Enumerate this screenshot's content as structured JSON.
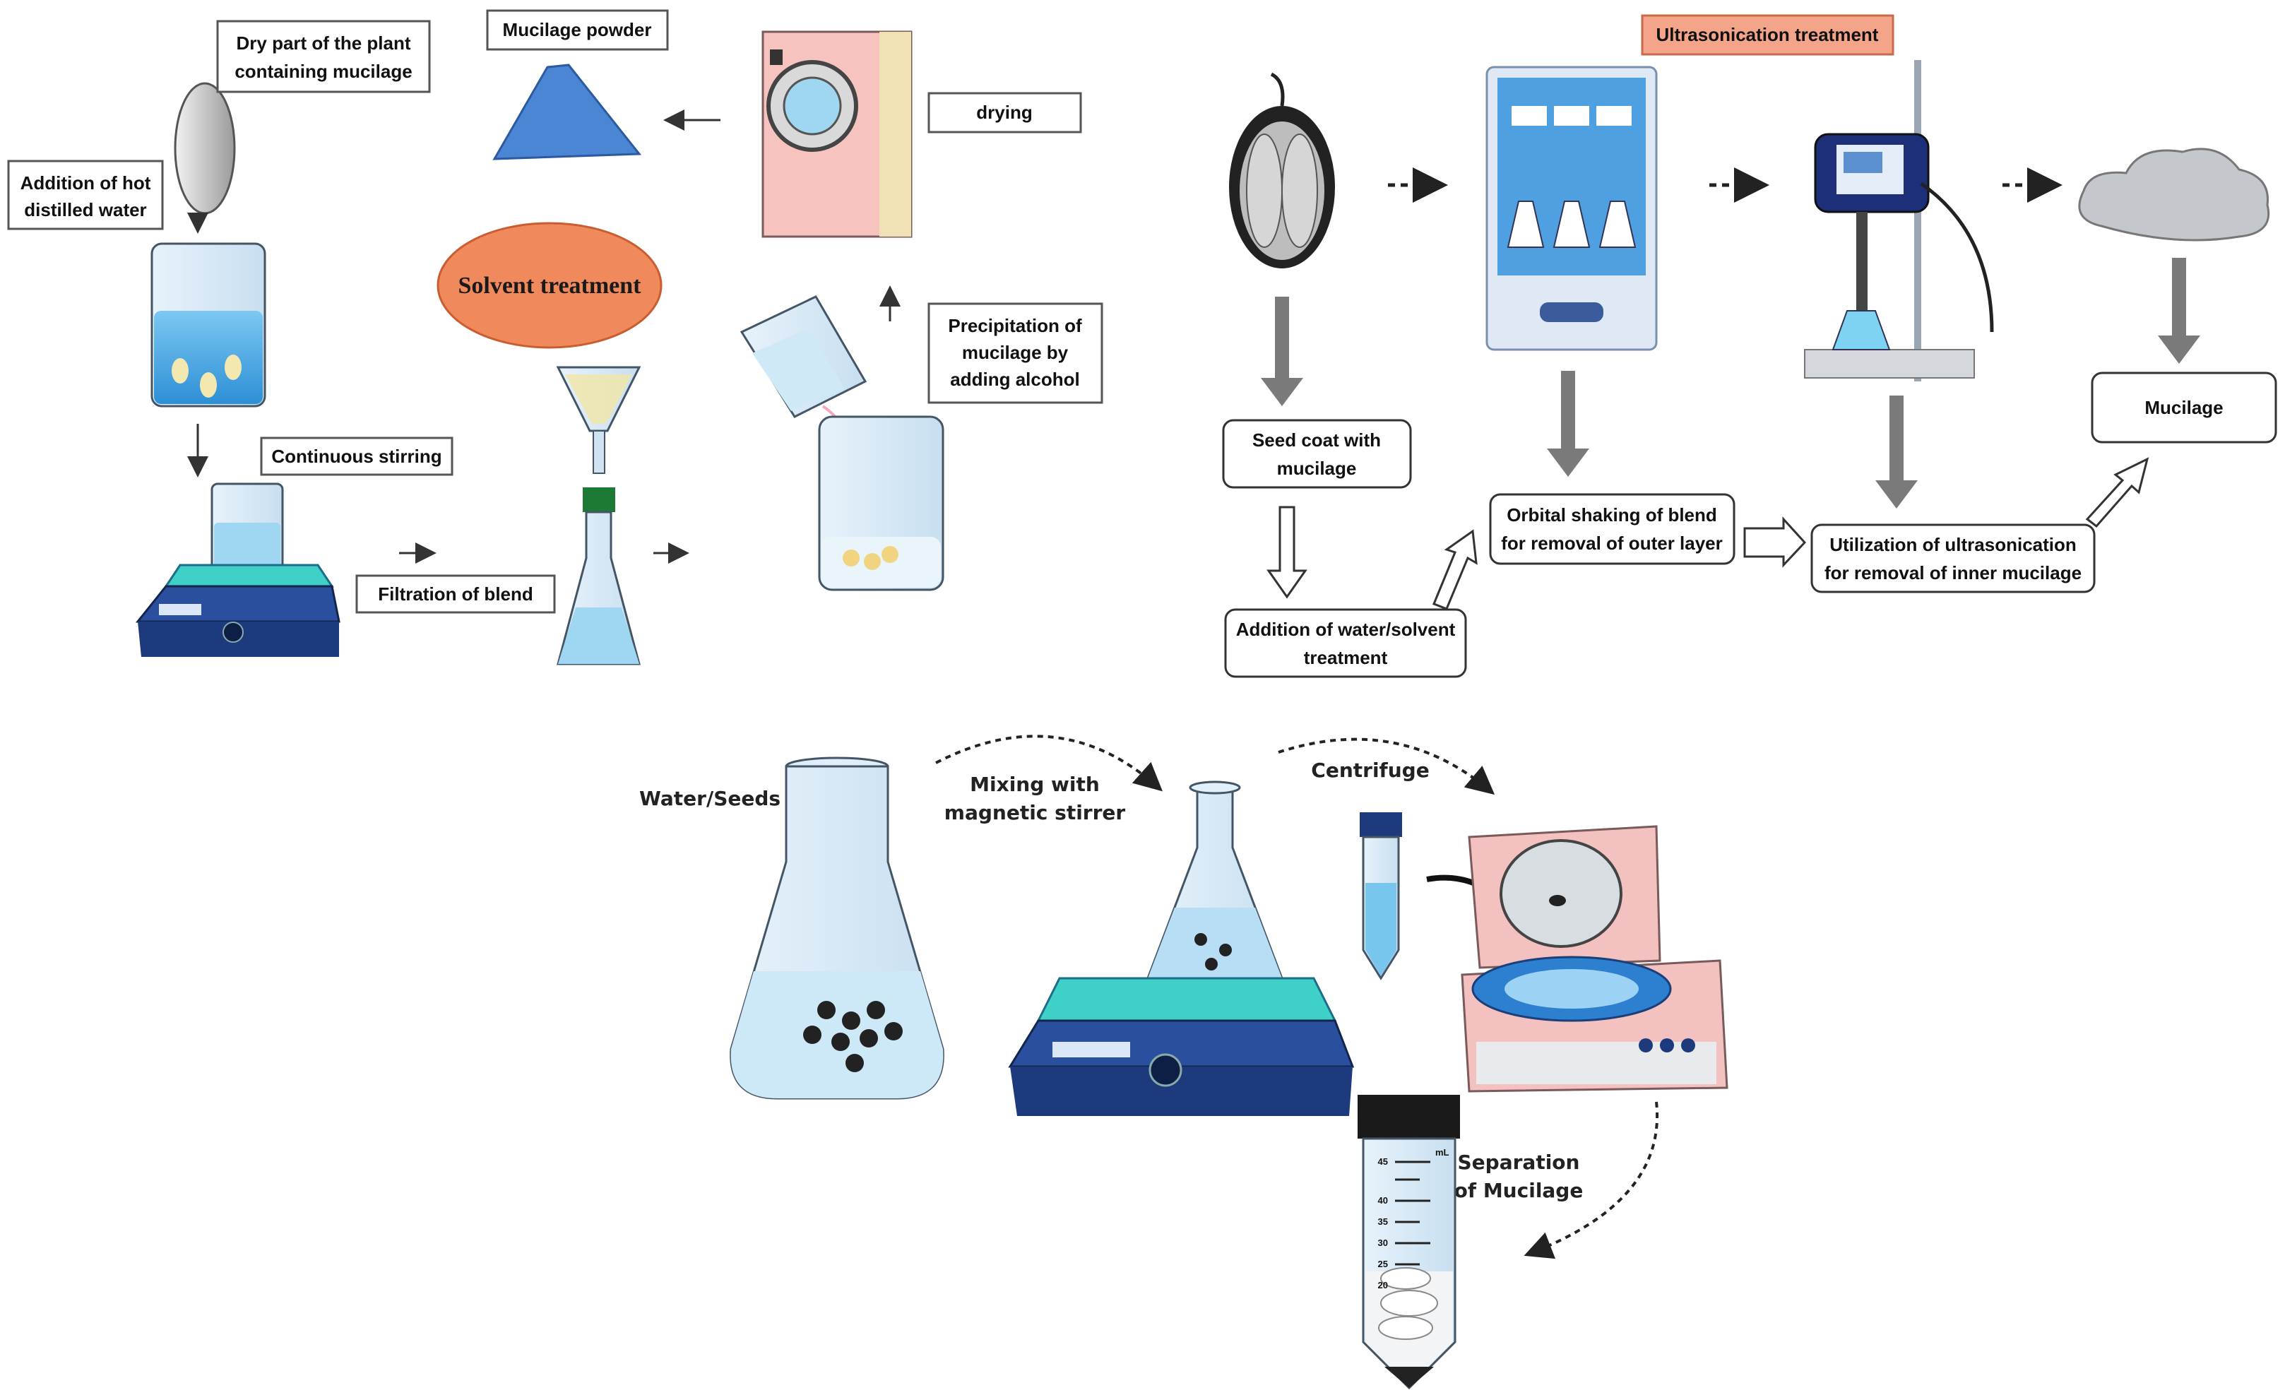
{
  "solvent": {
    "title": "Solvent treatment",
    "dry_part_line1": "Dry part of the plant",
    "dry_part_line2": "containing mucilage",
    "hot_water_line1": "Addition of hot",
    "hot_water_line2": "distilled water",
    "stirring": "Continuous stirring",
    "filtration": "Filtration of blend",
    "precip_line1": "Precipitation of",
    "precip_line2": "mucilage by",
    "precip_line3": "adding alcohol",
    "drying": "drying",
    "powder": "Mucilage powder"
  },
  "ultrasonication": {
    "title": "Ultrasonication treatment",
    "seed_coat_line1": "Seed coat with",
    "seed_coat_line2": "mucilage",
    "water_line1": "Addition of water/solvent",
    "water_line2": "treatment",
    "orbital_line1": "Orbital shaking of blend",
    "orbital_line2": "for removal of outer layer",
    "util_line1": "Utilization of ultrasonication",
    "util_line2": "for removal of inner mucilage",
    "mucilage": "Mucilage"
  },
  "centrifuge": {
    "water_seeds": "Water/Seeds",
    "mixing_line1": "Mixing with",
    "mixing_line2": "magnetic stirrer",
    "centrifuge": "Centrifuge",
    "separation_line1": "Separation",
    "separation_line2": "of Mucilage",
    "tube_marks": [
      "45",
      "40",
      "35",
      "30",
      "25",
      "20"
    ],
    "tube_unit": "mL"
  },
  "colors": {
    "title_fill": "#f08a5d",
    "ultrasonic_fill": "#f4a488",
    "water_blue": "#4aa8e0",
    "stirrer_blue": "#2a4f9e",
    "centrifuge_pink": "#f3c2c0"
  }
}
